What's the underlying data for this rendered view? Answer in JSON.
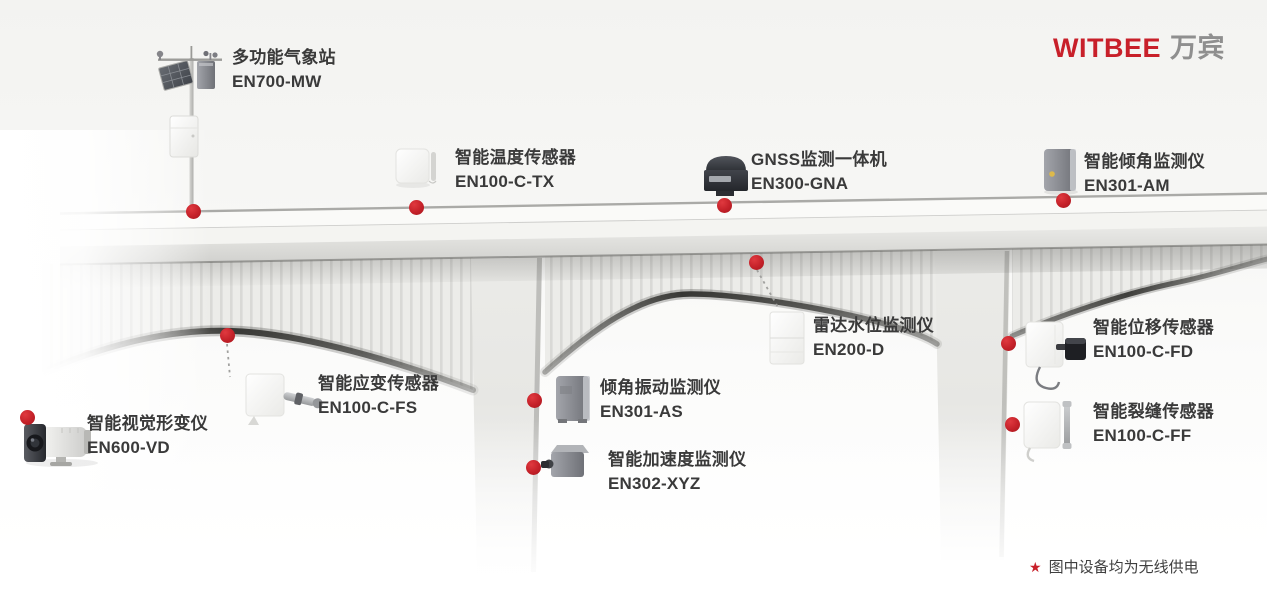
{
  "brand": {
    "logo_text": "WITBEE",
    "logo_suffix": "万宾"
  },
  "footnote": {
    "star": "★",
    "text": "图中设备均为无线供电"
  },
  "colors": {
    "accent_red": "#c8202a",
    "logo_gray": "#8f8f8f",
    "label_text": "#3a3a3a"
  },
  "devices": [
    {
      "id": "weather-station",
      "name": "多功能气象站",
      "model": "EN700-MW"
    },
    {
      "id": "temperature-sensor",
      "name": "智能温度传感器",
      "model": "EN100-C-TX"
    },
    {
      "id": "gnss-monitor",
      "name": "GNSS监测一体机",
      "model": "EN300-GNA"
    },
    {
      "id": "tilt-monitor",
      "name": "智能倾角监测仪",
      "model": "EN301-AM"
    },
    {
      "id": "radar-water-level-monitor",
      "name": "雷达水位监测仪",
      "model": "EN200-D"
    },
    {
      "id": "displacement-sensor",
      "name": "智能位移传感器",
      "model": "EN100-C-FD"
    },
    {
      "id": "strain-sensor",
      "name": "智能应变传感器",
      "model": "EN100-C-FS"
    },
    {
      "id": "tilt-vibration-monitor",
      "name": "倾角振动监测仪",
      "model": "EN301-AS"
    },
    {
      "id": "crack-sensor",
      "name": "智能裂缝传感器",
      "model": "EN100-C-FF"
    },
    {
      "id": "visual-deformation-monitor",
      "name": "智能视觉形变仪",
      "model": "EN600-VD"
    },
    {
      "id": "acceleration-monitor",
      "name": "智能加速度监测仪",
      "model": "EN302-XYZ"
    }
  ]
}
